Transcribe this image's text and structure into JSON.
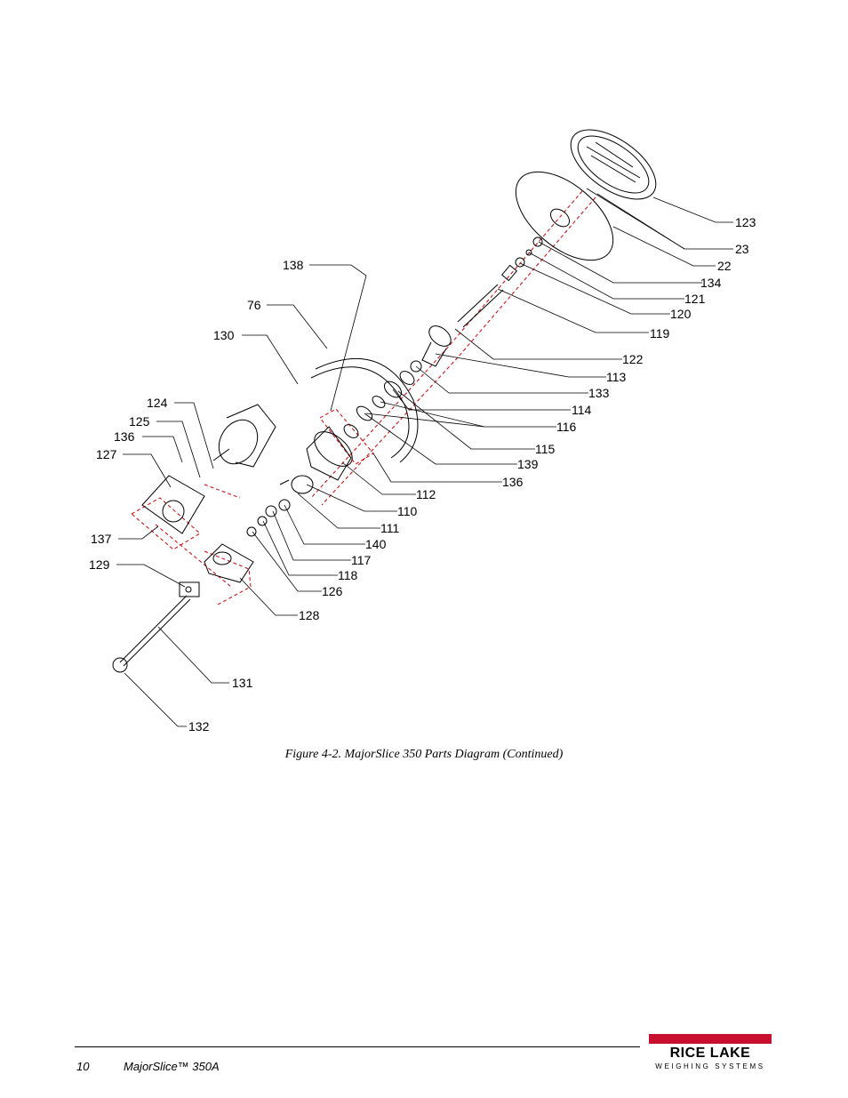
{
  "diagram": {
    "callouts": [
      "123",
      "23",
      "22",
      "134",
      "121",
      "120",
      "119",
      "122",
      "113",
      "133",
      "114",
      "116",
      "115",
      "139",
      "136",
      "112",
      "110",
      "111",
      "140",
      "117",
      "118",
      "126",
      "128",
      "138",
      "76",
      "130",
      "124",
      "125",
      "136",
      "127",
      "137",
      "129",
      "131",
      "132"
    ]
  },
  "caption": "Figure 4-2. MajorSlice 350 Parts Diagram (Continued)",
  "footer": {
    "page_number": "10",
    "doc_name": "MajorSlice™ 350A",
    "logo_main": "RICE LAKE",
    "logo_sub": "WEIGHING SYSTEMS",
    "brand_color": "#c8102e"
  }
}
